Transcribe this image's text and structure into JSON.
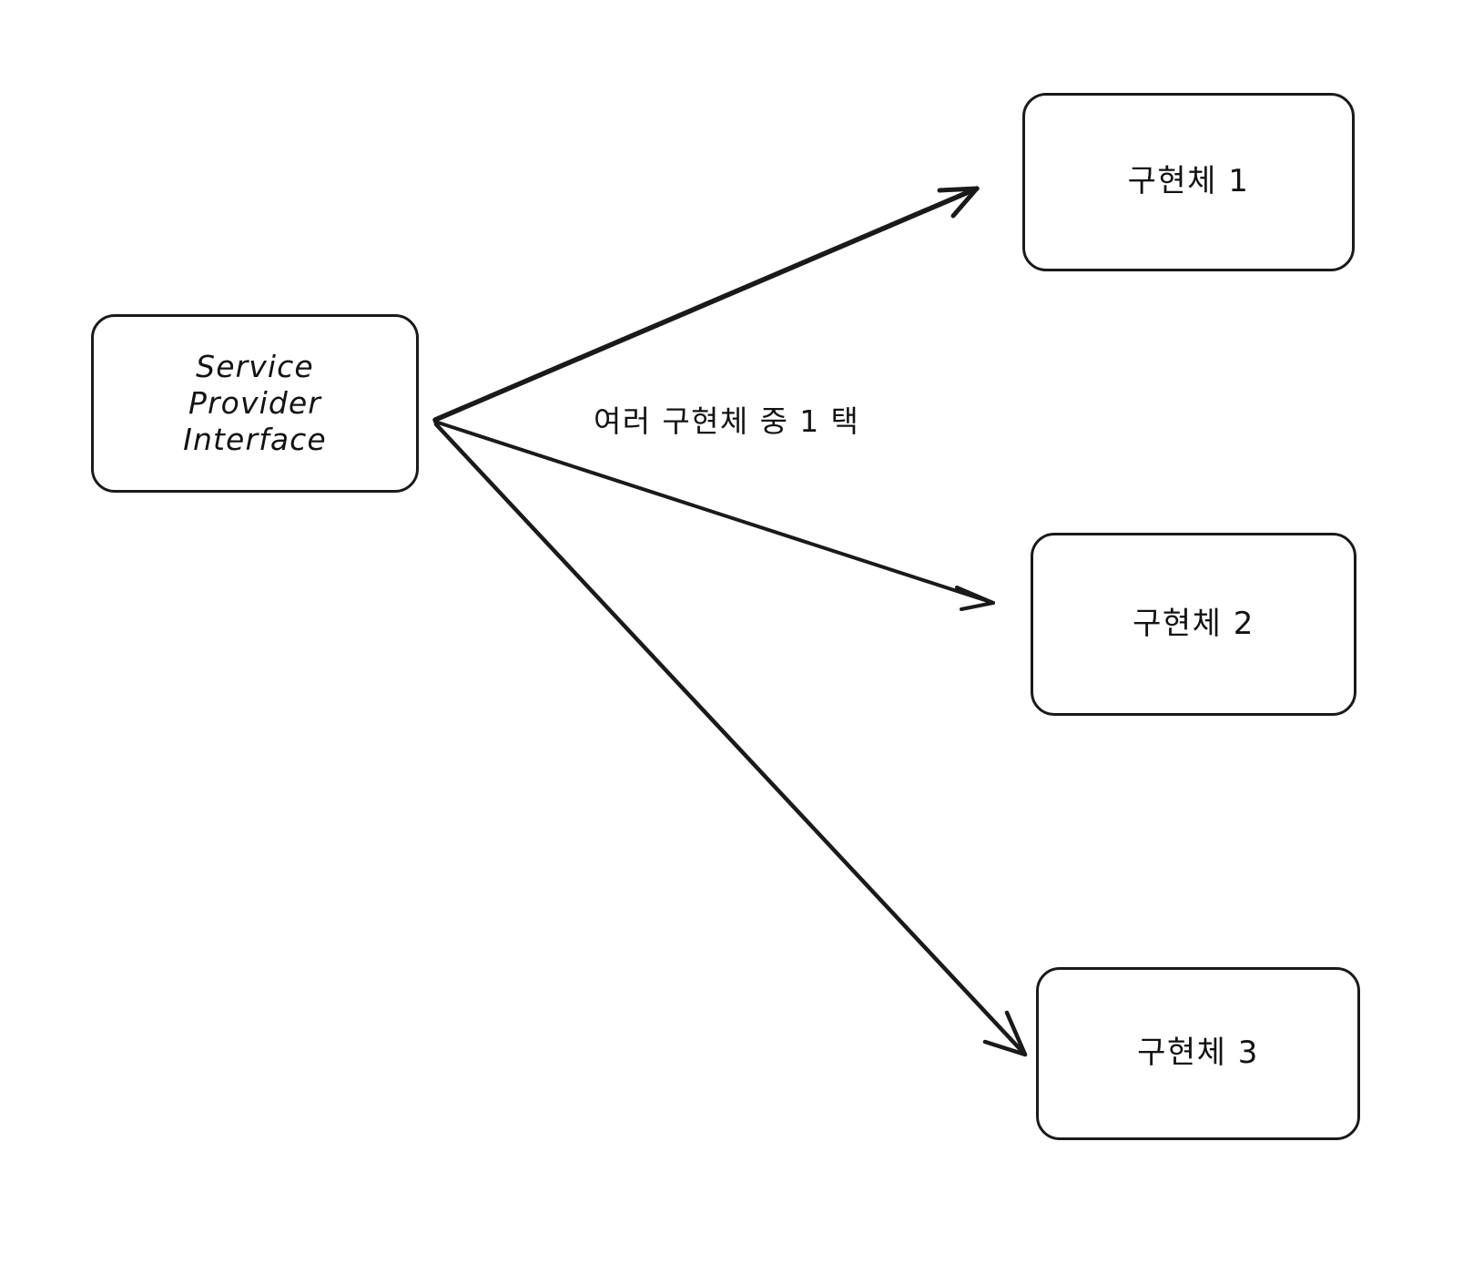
{
  "diagram": {
    "title": "Service Provider Interface selection diagram",
    "background_color": "#ffffff",
    "stroke_color": "#1a1a1a",
    "text_color": "#131313",
    "style": "hand-drawn whiteboard sketch"
  },
  "nodes": {
    "source": {
      "id": "service-provider-interface",
      "label": "Service\nProvider\nInterface",
      "line1": "Service",
      "line2": "Provider",
      "line3": "Interface",
      "shape": "rounded-rectangle"
    },
    "implementations": [
      {
        "id": "impl-1",
        "label": "구현체 1",
        "shape": "rounded-rectangle"
      },
      {
        "id": "impl-2",
        "label": "구현체 2",
        "shape": "rounded-rectangle"
      },
      {
        "id": "impl-3",
        "label": "구현체 3",
        "shape": "rounded-rectangle"
      }
    ]
  },
  "edges": [
    {
      "id": "edge-to-impl-1",
      "from": "service-provider-interface",
      "to": "impl-1",
      "arrowhead": "open-v",
      "label": ""
    },
    {
      "id": "edge-to-impl-2",
      "from": "service-provider-interface",
      "to": "impl-2",
      "arrowhead": "open-v",
      "label": "여러 구현체 중 1 택"
    },
    {
      "id": "edge-to-impl-3",
      "from": "service-provider-interface",
      "to": "impl-3",
      "arrowhead": "open-v",
      "label": ""
    }
  ],
  "annotations": {
    "choose_one": "여러 구현체 중 1 택"
  }
}
